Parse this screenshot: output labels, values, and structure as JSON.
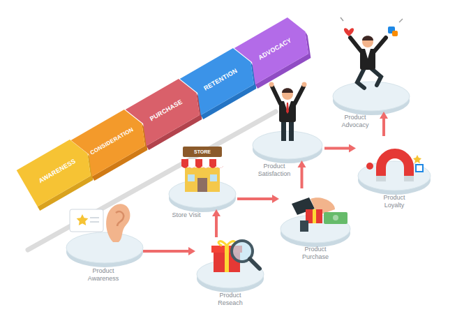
{
  "diagram": {
    "nodes": [
      {
        "text": [
          "AWARENESS"
        ]
      },
      {
        "text": [
          "CONSIDERATION"
        ]
      },
      {
        "text": [
          "PURCHASE"
        ]
      },
      {
        "text": [
          "RETENTION"
        ]
      },
      {
        "text": [
          "ADVOCACY"
        ]
      },
      {
        "text": [
          "Product Awareness"
        ]
      },
      {
        "text": [
          "Product Reseach"
        ]
      },
      {
        "text": [
          "Store Visit"
        ]
      },
      {
        "text": [
          "Product Purchase"
        ]
      },
      {
        "text": [
          "Product Satisfaction"
        ]
      },
      {
        "text": [
          "Product Loyalty"
        ]
      },
      {
        "text": [
          "Product Advocacy"
        ]
      }
    ],
    "edges": [
      {
        "from": 5,
        "to": 6,
        "arrow": "to"
      },
      {
        "from": 6,
        "to": 7,
        "arrow": "to"
      },
      {
        "from": 7,
        "to": 8,
        "arrow": "to"
      },
      {
        "from": 8,
        "to": 9,
        "arrow": "to"
      },
      {
        "from": 9,
        "to": 10,
        "arrow": "to"
      },
      {
        "from": 10,
        "to": 11,
        "arrow": "to"
      }
    ],
    "labels": [
      "STORE"
    ]
  }
}
